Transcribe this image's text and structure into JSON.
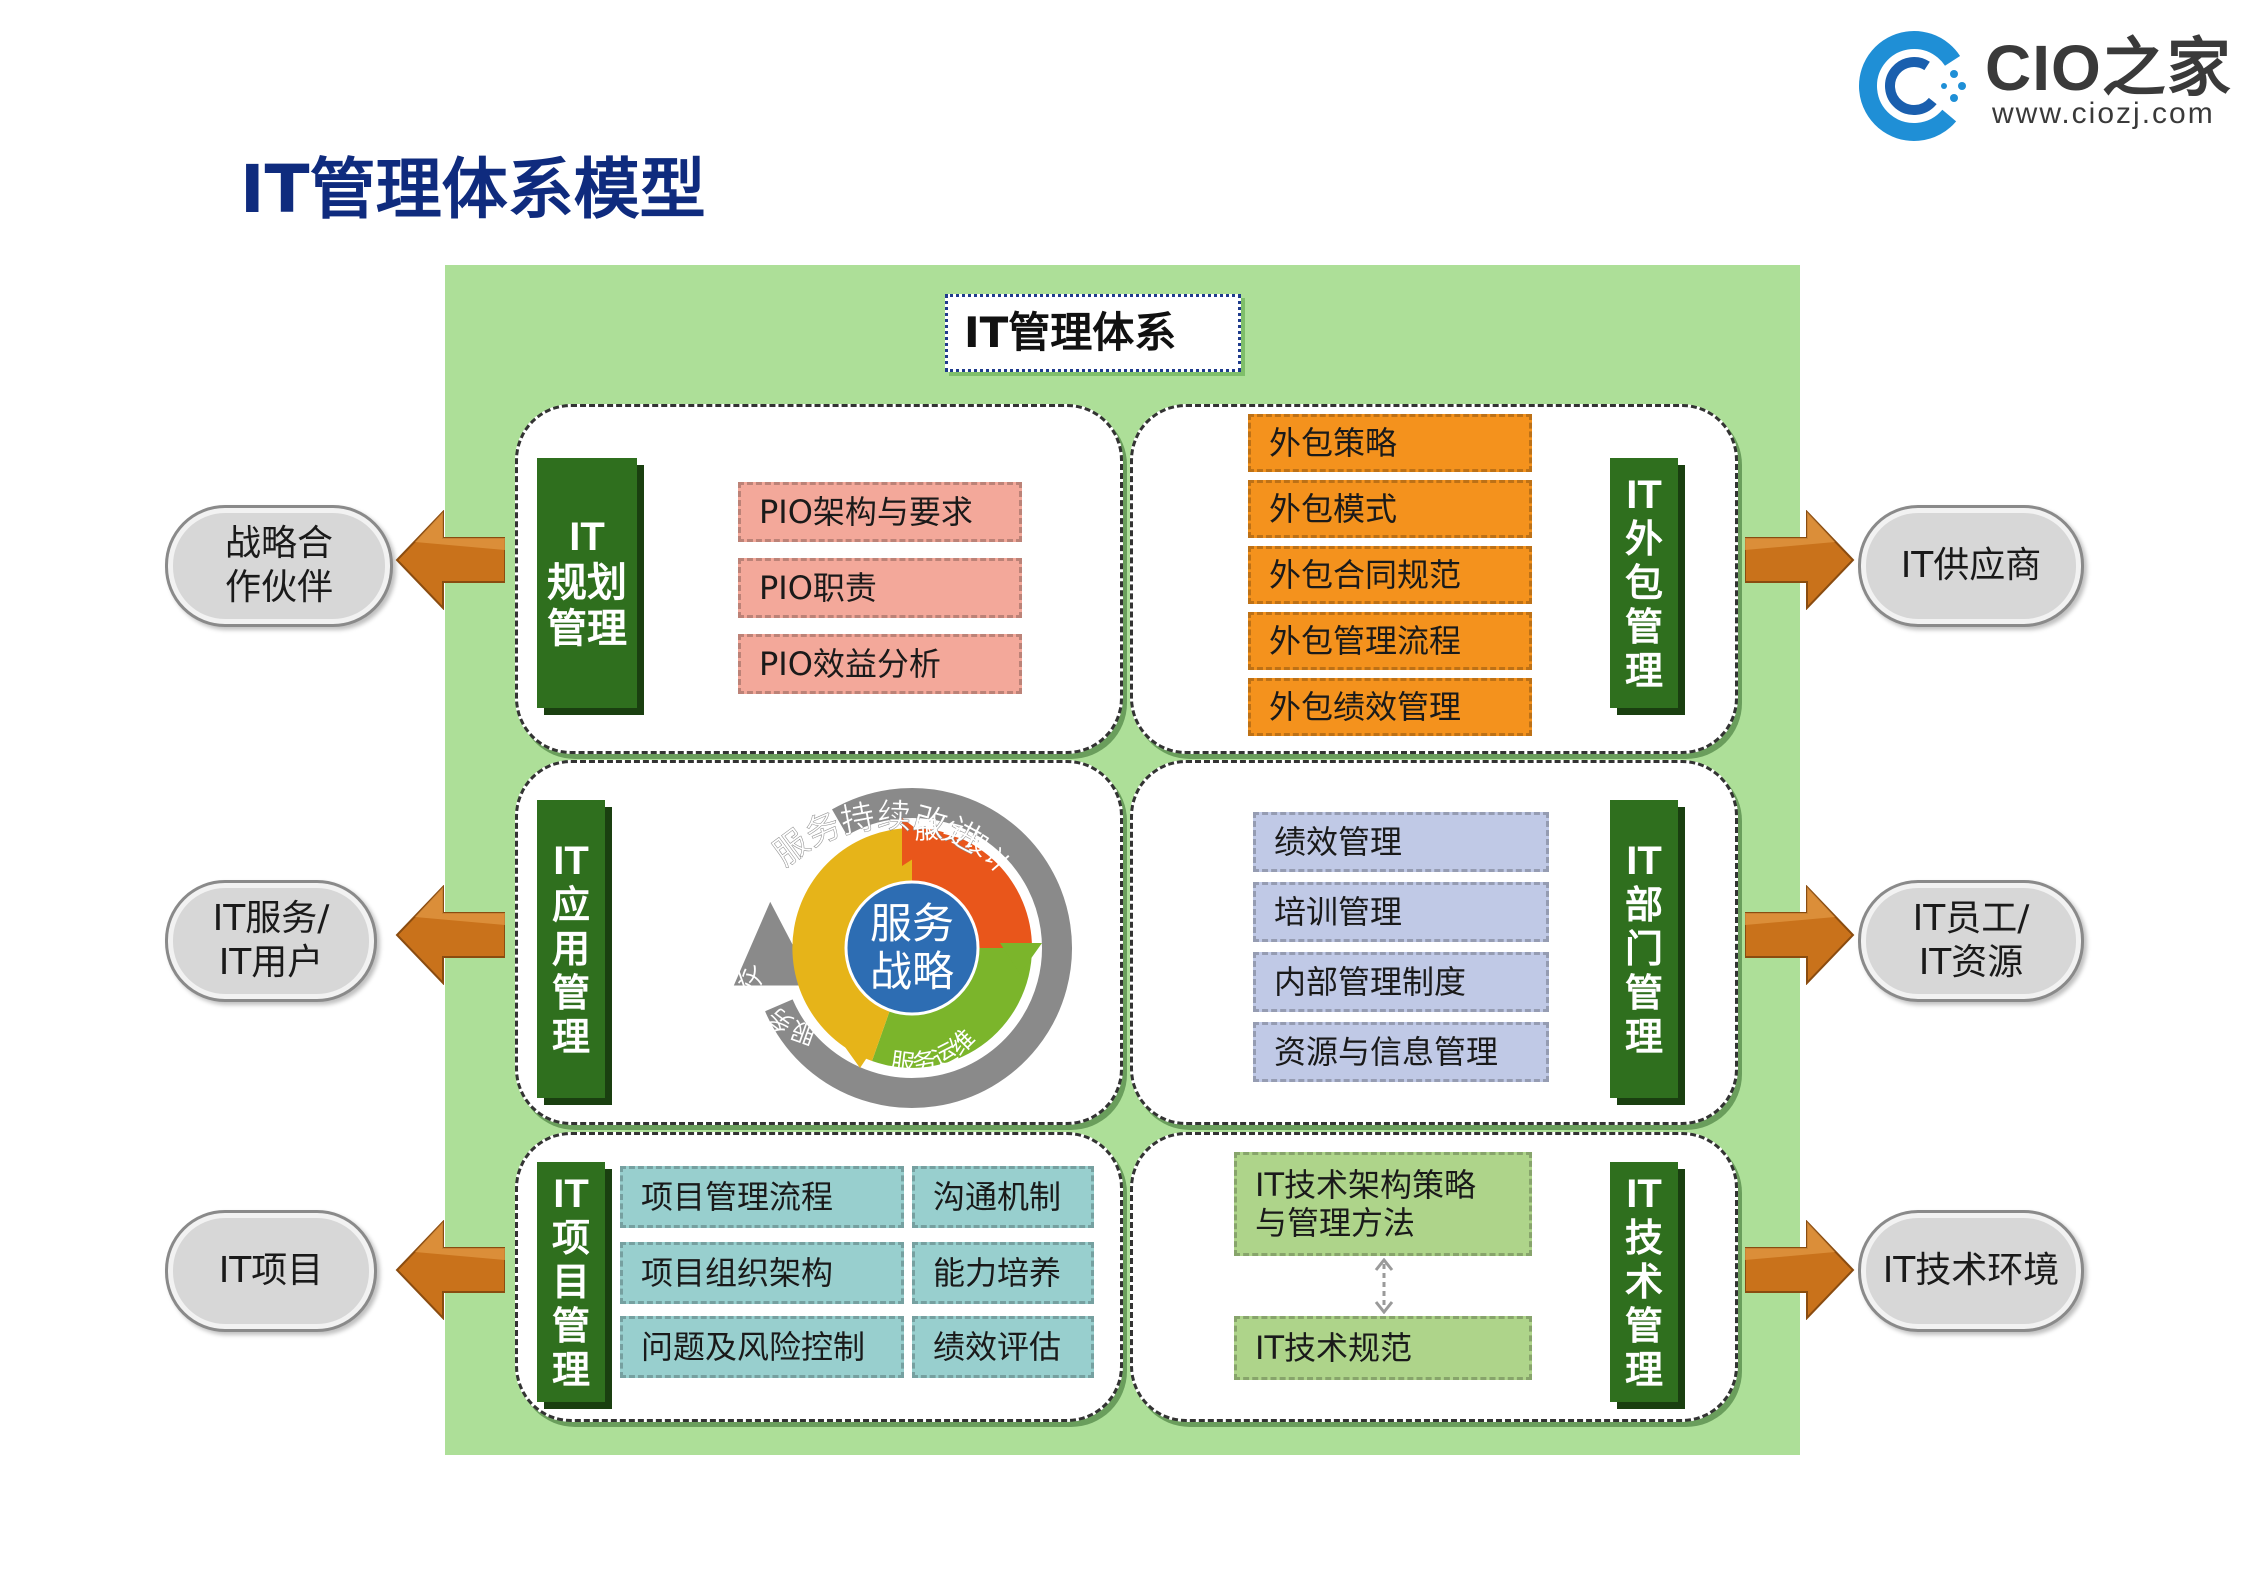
{
  "logo": {
    "name": "CIO之家",
    "url": "www.ciozj.com"
  },
  "title": "IT管理体系模型",
  "frame_title": "IT管理体系",
  "panels": {
    "planning": {
      "label": [
        "IT",
        "规划",
        "管理"
      ],
      "items": [
        "PIO架构与要求",
        "PIO职责",
        "PIO效益分析"
      ]
    },
    "outsourcing": {
      "label": [
        "IT",
        "外",
        "包",
        "管",
        "理"
      ],
      "items": [
        "外包策略",
        "外包模式",
        "外包合同规范",
        "外包管理流程",
        "外包绩效管理"
      ]
    },
    "application": {
      "label": [
        "IT",
        "应",
        "用",
        "管",
        "理"
      ],
      "cycle": {
        "outer": "服务持续改进",
        "center": [
          "服务",
          "战略"
        ],
        "segments": [
          "服务设计",
          "服务运维",
          "服务移交"
        ]
      }
    },
    "department": {
      "label": [
        "IT",
        "部",
        "门",
        "管",
        "理"
      ],
      "items": [
        "绩效管理",
        "培训管理",
        "内部管理制度",
        "资源与信息管理"
      ]
    },
    "project": {
      "label": [
        "IT",
        "项",
        "目",
        "管",
        "理"
      ],
      "items_left": [
        "项目管理流程",
        "项目组织架构",
        "问题及风险控制"
      ],
      "items_right": [
        "沟通机制",
        "能力培养",
        "绩效评估"
      ]
    },
    "technology": {
      "label": [
        "IT",
        "技",
        "术",
        "管",
        "理"
      ],
      "items": [
        [
          "IT技术架构策略",
          "与管理方法"
        ],
        [
          "IT技术规范"
        ]
      ]
    }
  },
  "side_left": [
    [
      "战略合",
      "作伙伴"
    ],
    [
      "IT服务/",
      "IT用户"
    ],
    [
      "IT项目"
    ]
  ],
  "side_right": [
    [
      "IT供应商"
    ],
    [
      "IT员工/",
      "IT资源"
    ],
    [
      "IT技术环境"
    ]
  ],
  "colors": {
    "title": "#0f2b7e",
    "frame": "#addf98",
    "label": "#2f6f1e",
    "pink": "#f3a89a",
    "orange": "#f4921d",
    "lavender": "#c0c9e6",
    "teal": "#98cfce",
    "light_green": "#aed48a",
    "arrow": "#c9721b",
    "bubble": "#d7d7d7"
  }
}
